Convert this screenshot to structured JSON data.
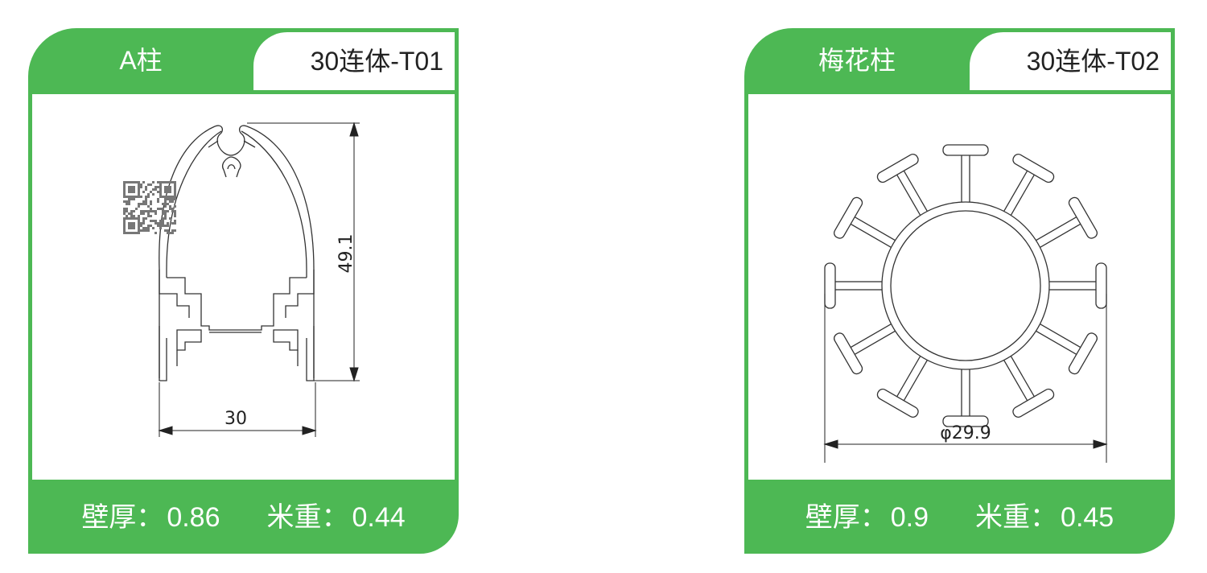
{
  "cards": [
    {
      "name": "A柱",
      "code": "30连体-T01",
      "dimensions": {
        "height": "49.1",
        "width": "30"
      },
      "wall_thickness_label": "壁厚：",
      "wall_thickness": "0.86",
      "weight_label": "米重：",
      "weight": "0.44"
    },
    {
      "name": "梅花柱",
      "code": "30连体-T02",
      "dimensions": {
        "diameter": "φ29.9"
      },
      "wall_thickness_label": "壁厚：",
      "wall_thickness": "0.9",
      "weight_label": "米重：",
      "weight": "0.45"
    }
  ],
  "colors": {
    "brand_green": "#4db854",
    "line": "#222222"
  }
}
